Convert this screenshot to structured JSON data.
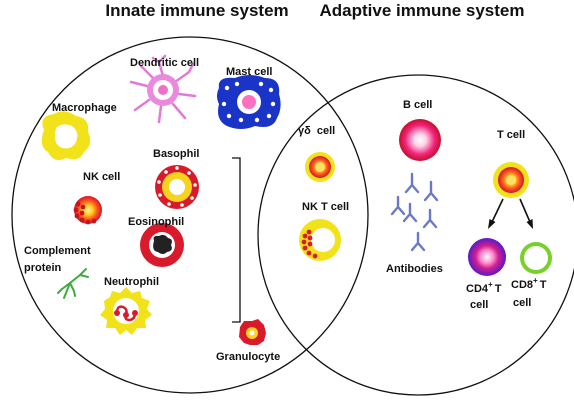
{
  "titles": {
    "innate": "Innate immune system",
    "adaptive": "Adaptive immune system"
  },
  "labels": {
    "dendritic_cell": "Dendritic cell",
    "mast_cell": "Mast cell",
    "macrophage": "Macrophage",
    "basophil": "Basophil",
    "nk_cell": "NK cell",
    "eosinophil": "Eosinophil",
    "complement_line1": "Complement",
    "complement_line2": "protein",
    "neutrophil": "Neutrophil",
    "granulocyte": "Granulocyte",
    "gamma_delta_prefix": "γδ",
    "gamma_delta_suffix": "cell",
    "nkt_cell": "NK T cell",
    "b_cell": "B cell",
    "t_cell": "T cell",
    "antibodies": "Antibodies",
    "cd4_main": "CD4",
    "cd4_sup": "+",
    "cd4_t": "T",
    "cd4_cell": "cell",
    "cd8_main": "CD8",
    "cd8_sup": "+",
    "cd8_t": "T",
    "cd8_cell": "cell"
  },
  "colors": {
    "outline": "#111111",
    "cell_yellow": "#f2e21a",
    "cell_red": "#d81a2a",
    "cell_pink": "#e8198b",
    "mast_blue": "#1b34c8",
    "antibody_blue": "#6a78c8",
    "cd4_purple": "#6b1ec8",
    "cd8_green": "#78d02a",
    "complement_green": "#3faa3f"
  }
}
